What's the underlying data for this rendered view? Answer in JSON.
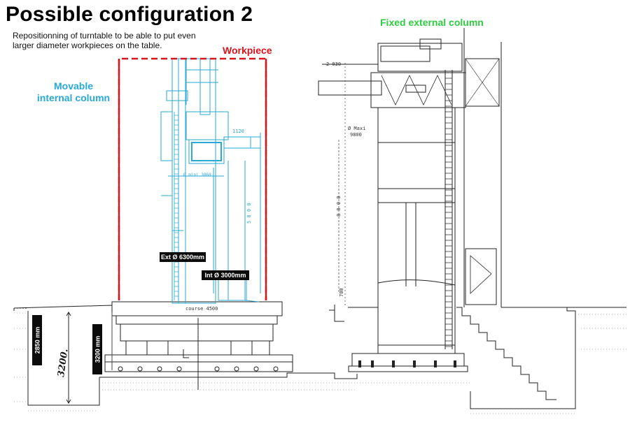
{
  "slide": {
    "title": "Possible configuration 2",
    "subtitle": "Repositionning of turntable to be able to put even larger diameter workpieces on the table."
  },
  "labels": {
    "movable_column": "Movable\ninternal column",
    "workpiece": "Workpiece",
    "fixed_column": "Fixed external column"
  },
  "badges": {
    "ext_diameter": "Ext Ø 6300mm",
    "int_diameter": "Int Ø 3000mm",
    "height_2850": "2850 mm",
    "height_3200": "3200 mm"
  },
  "handwritten": {
    "value": "3200."
  },
  "drawing_dims": {
    "d2030": "2 030",
    "d1120": "1120",
    "d5800": "5 8 0 0",
    "d8000": "8 0 0 0",
    "d9800": "9800",
    "dmax": "Ø Maxi",
    "dmini": "Ø mini 3068",
    "d700": "700",
    "d4500": "course 4500"
  },
  "colors": {
    "movable": "#29a9d6",
    "workpiece": "#d8141a",
    "fixed": "#2ecc40",
    "ink": "#222222"
  }
}
